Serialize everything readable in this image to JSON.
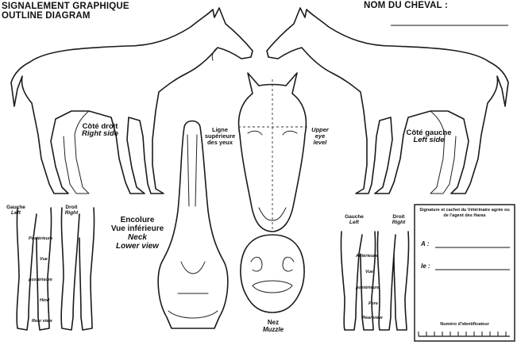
{
  "header": {
    "title_fr": "SIGNALEMENT GRAPHIQUE",
    "title_en": "OUTLINE DIAGRAM",
    "horse_name_label": "NOM DU CHEVAL :"
  },
  "right_side": {
    "fr": "Côté droit",
    "en": "Right side"
  },
  "left_side": {
    "fr": "Côté gauche",
    "en": "Left side"
  },
  "head": {
    "top_line_fr": [
      "Ligne",
      "supérieure",
      "des yeux"
    ],
    "top_line_en": [
      "Upper",
      "eye",
      "level"
    ],
    "muzzle_fr": "Nez",
    "muzzle_en": "Muzzle"
  },
  "neck": {
    "fr1": "Encolure",
    "fr2": "Vue inférieure",
    "en1": "Neck",
    "en2": "Lower view"
  },
  "left_legs": {
    "gauche_fr": "Gauche",
    "gauche_en": "Left",
    "droit_fr": "Droit",
    "droit_en": "Right",
    "labels": [
      "Postérieurs",
      "Vue",
      "postérieure",
      "Hind",
      "Rear view"
    ]
  },
  "right_legs": {
    "gauche_fr": "Gauche",
    "gauche_en": "Left",
    "droit_fr": "Droit",
    "droit_en": "Right",
    "labels": [
      "Antérieurs",
      "Vue",
      "postérieure",
      "Fore",
      "Rear view"
    ]
  },
  "signature_box": {
    "heading": "Signature et cachet du Vétérinaire agrée ou de l'agent des Haras",
    "at": "A :",
    "on": "le :",
    "id_number": "Numéro d'identificateur"
  }
}
